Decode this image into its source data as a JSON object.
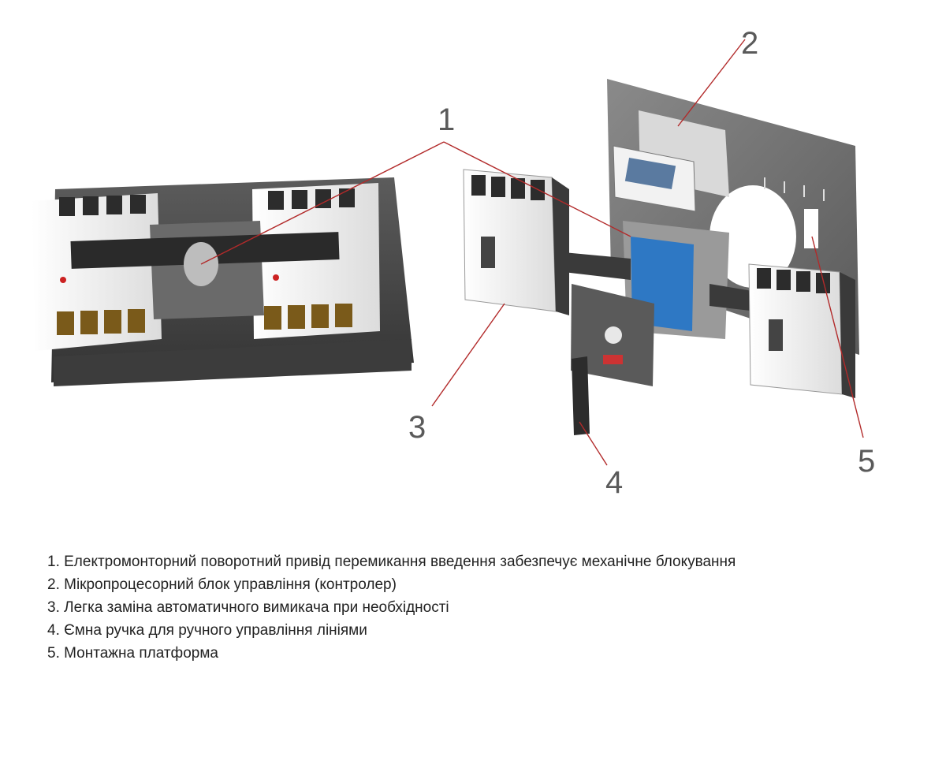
{
  "diagram": {
    "callouts": [
      {
        "id": "1",
        "label": "1"
      },
      {
        "id": "2",
        "label": "2"
      },
      {
        "id": "3",
        "label": "3"
      },
      {
        "id": "4",
        "label": "4"
      },
      {
        "id": "5",
        "label": "5"
      }
    ]
  },
  "legend": {
    "items": [
      "1. Електромонторний поворотний привід перемикання введення забезпечує механічне блокування",
      "2. Мікропроцесорний блок управління (контролер)",
      "3. Легка заміна автоматичного вимикача при необхідності",
      "4. Ємна ручка для ручного управління лініями",
      "5. Монтажна платформа"
    ]
  },
  "colors": {
    "leader_line": "#b22a2a",
    "body_dark": "#4a4a4a",
    "body_light": "#efefef",
    "controller_blue": "#2e78c4",
    "plate_grey": "#6b6b6b"
  }
}
